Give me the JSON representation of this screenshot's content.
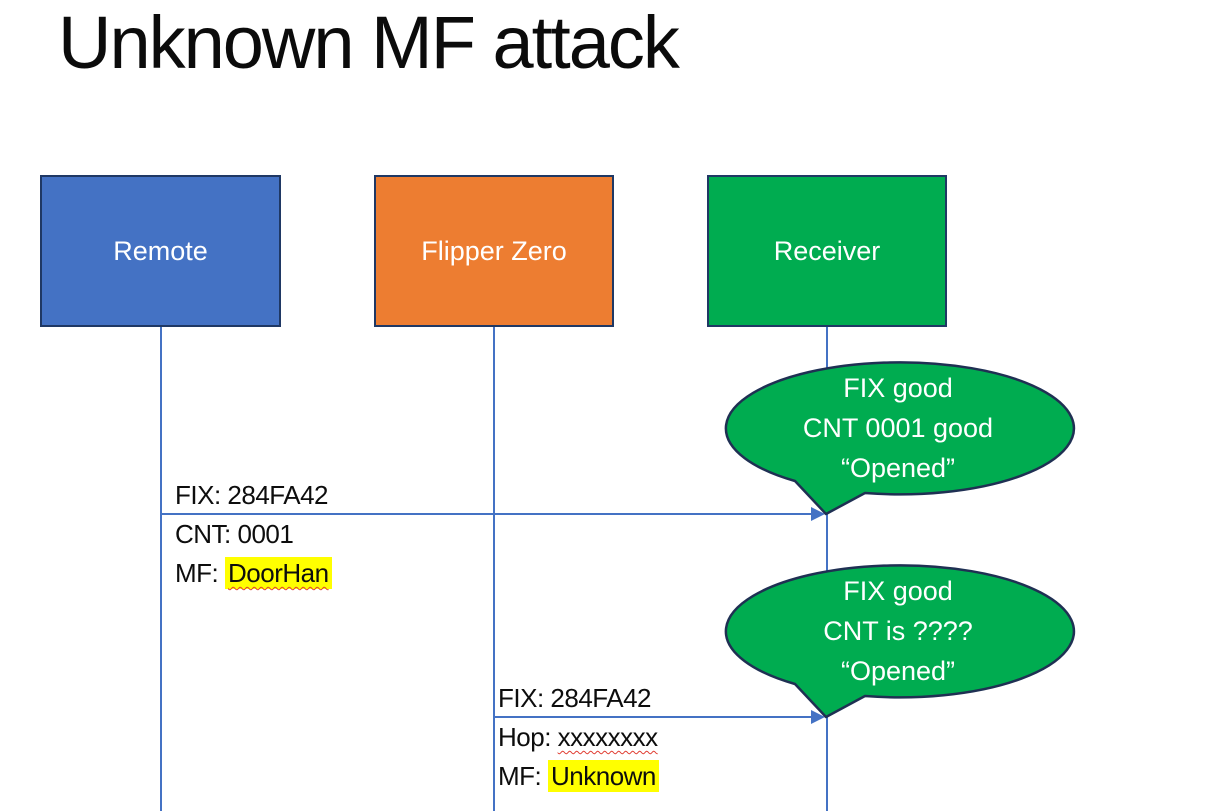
{
  "title": "Unknown MF attack",
  "colors": {
    "actor-blue": "#4472C4",
    "actor-orange": "#ED7D31",
    "actor-green": "#00AC50",
    "bubble-green": "#00AC50",
    "shape-border": "#1F3864",
    "bubble-border": "#1F3053",
    "connector-blue": "#4472C4",
    "highlight-yellow": "#FFFF00",
    "spellcheck-red": "#E03C31"
  },
  "actors": [
    {
      "label": "Remote"
    },
    {
      "label": "Flipper Zero"
    },
    {
      "label": "Receiver"
    }
  ],
  "messages": [
    {
      "line1": "FIX: 284FA42",
      "line2": "CNT: 0001",
      "line3_prefix": "MF: ",
      "line3_value": "DoorHan"
    },
    {
      "line1": "FIX: 284FA42",
      "line2_prefix": "Hop: ",
      "line2_value": "xxxxxxxx",
      "line3_prefix": "MF: ",
      "line3_value": "Unknown"
    }
  ],
  "callouts": [
    {
      "line1": "FIX good",
      "line2": "CNT 0001 good",
      "line3": "“Opened”"
    },
    {
      "line1": "FIX good",
      "line2": "CNT is ????",
      "line3": "“Opened”"
    }
  ]
}
